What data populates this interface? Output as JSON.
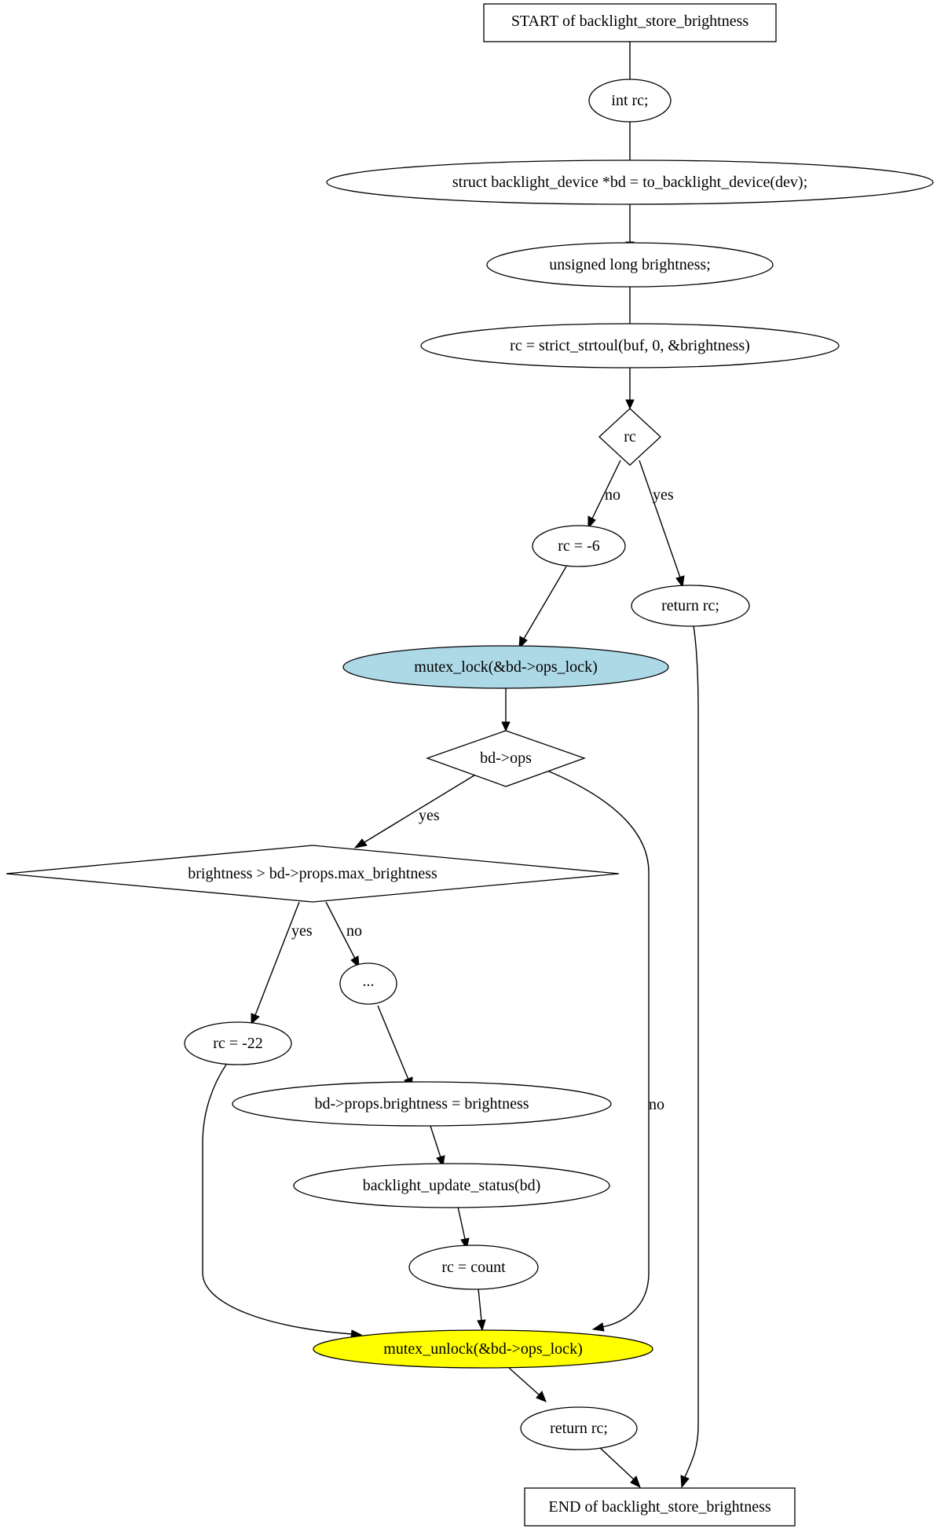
{
  "colors": {
    "background": "#ffffff",
    "stroke": "#000000",
    "lock_fill": "#add8e6",
    "unlock_fill": "#ffff00"
  },
  "nodes": {
    "start": "START of backlight_store_brightness",
    "decl_rc": "int rc;",
    "decl_bd": "struct backlight_device *bd = to_backlight_device(dev);",
    "decl_brightness": "unsigned long brightness;",
    "strtoul": "rc = strict_strtoul(buf, 0, &brightness)",
    "cond_rc": "rc",
    "rc_neg6": "rc = -6",
    "return_rc_early": "return rc;",
    "mutex_lock": "mutex_lock(&bd->ops_lock)",
    "cond_ops": "bd->ops",
    "cond_max": "brightness > bd->props.max_brightness",
    "rc_neg22": "rc = -22",
    "ellipsis": "...",
    "set_brightness": "bd->props.brightness = brightness",
    "update_status": "backlight_update_status(bd)",
    "rc_count": "rc = count",
    "mutex_unlock": "mutex_unlock(&bd->ops_lock)",
    "return_rc": "return rc;",
    "end": "END of backlight_store_brightness"
  },
  "edge_labels": {
    "rc_no": "no",
    "rc_yes": "yes",
    "ops_yes": "yes",
    "ops_no": "no",
    "max_yes": "yes",
    "max_no": "no"
  }
}
